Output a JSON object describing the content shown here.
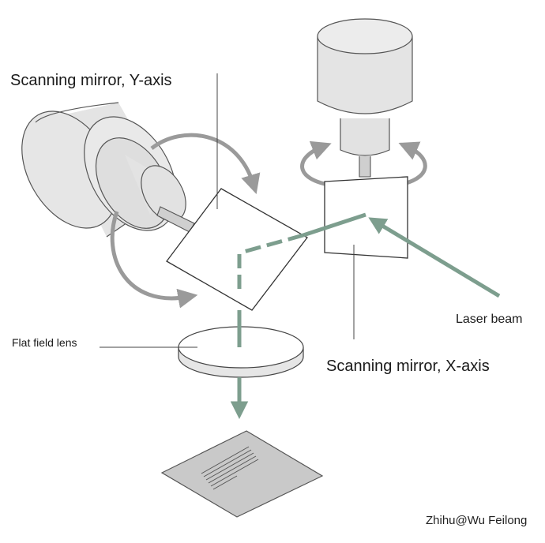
{
  "labels": {
    "y_mirror": "Scanning mirror, Y-axis",
    "x_mirror": "Scanning mirror, X-axis",
    "laser_beam": "Laser beam",
    "lens": "Flat field lens"
  },
  "credit": "Zhihu@Wu Feilong",
  "colors": {
    "beam": "#7d9e8e",
    "arrow": "#9a9a9a",
    "body_fill": "#e2e2e2",
    "outline": "#555555",
    "workpiece": "#c8c8c8"
  }
}
